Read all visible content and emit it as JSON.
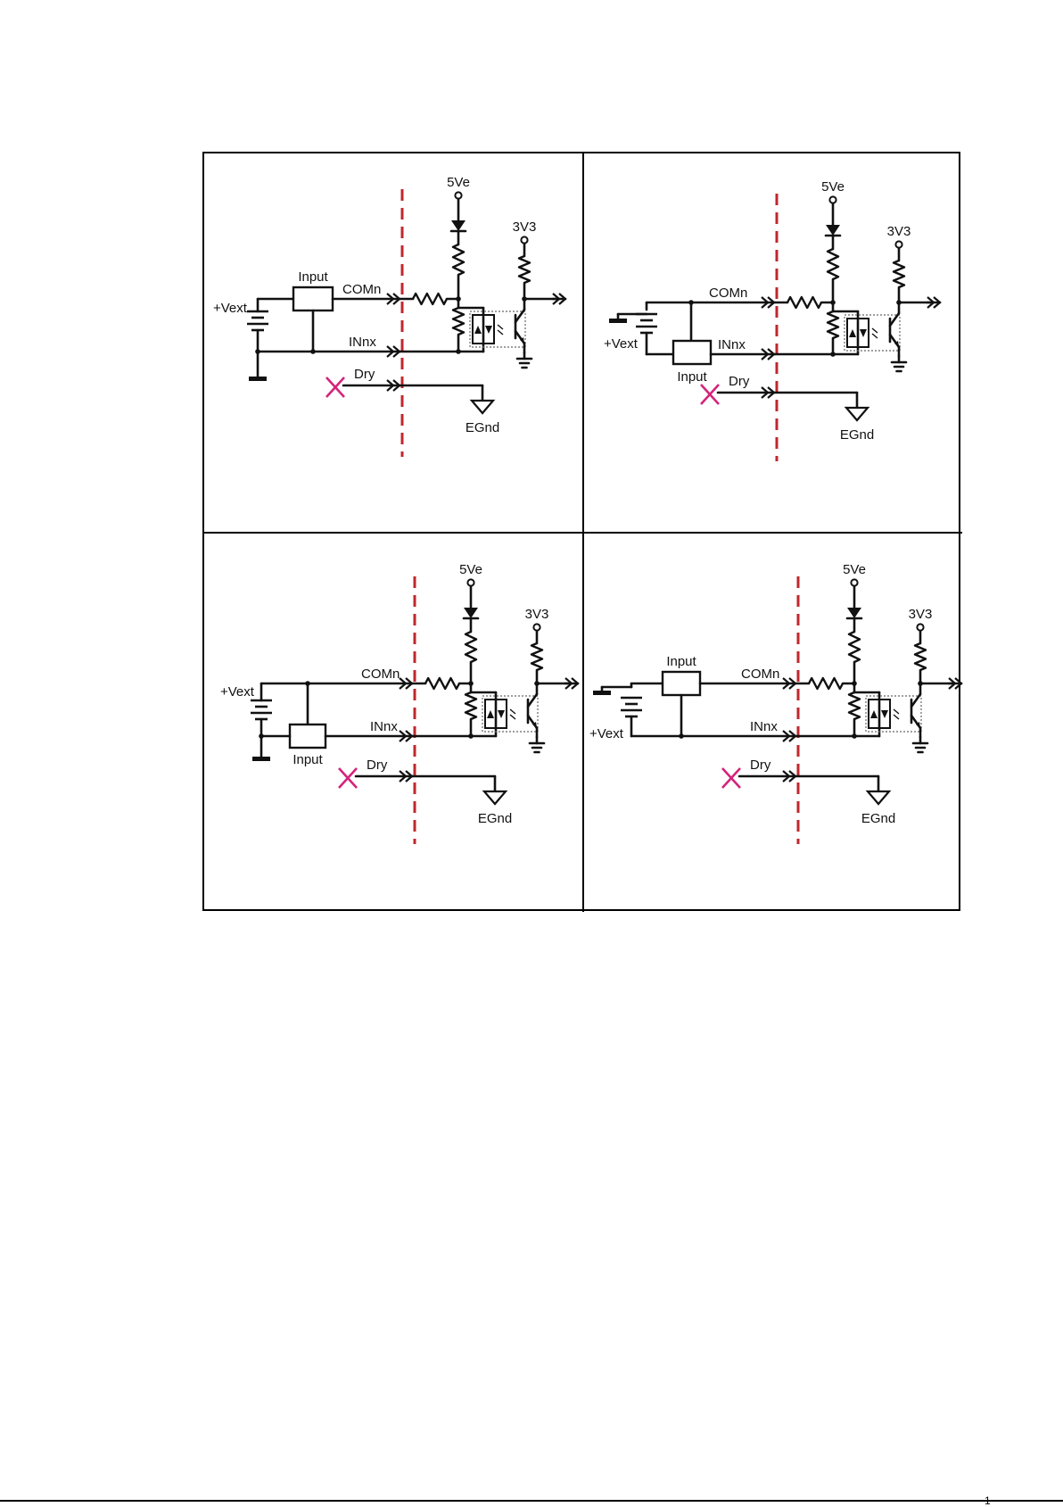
{
  "colors": {
    "wire": "#111111",
    "barrier": "#c0272d",
    "open_mark": "#d4237a",
    "frame": "#000000"
  },
  "diagrams": [
    {
      "variant": "source-left-input-on-com",
      "labels": {
        "com": "COMn",
        "in": "INnx",
        "dry": "Dry",
        "vext": "+Vext",
        "input": "Input",
        "v5": "5Ve",
        "v33": "3V3",
        "egnd": "EGnd"
      }
    },
    {
      "variant": "source-right-input-on-in",
      "labels": {
        "com": "COMn",
        "in": "INnx",
        "dry": "Dry",
        "vext": "+Vext",
        "input": "Input",
        "v5": "5Ve",
        "v33": "3V3",
        "egnd": "EGnd"
      }
    },
    {
      "variant": "source-left-input-on-in",
      "labels": {
        "com": "COMn",
        "in": "INnx",
        "dry": "Dry",
        "vext": "+Vext",
        "input": "Input",
        "v5": "5Ve",
        "v33": "3V3",
        "egnd": "EGnd"
      }
    },
    {
      "variant": "source-right-input-on-com",
      "labels": {
        "com": "COMn",
        "in": "INnx",
        "dry": "Dry",
        "vext": "+Vext",
        "input": "Input",
        "v5": "5Ve",
        "v33": "3V3",
        "egnd": "EGnd"
      }
    }
  ],
  "footer": {
    "page_mark": "1"
  }
}
